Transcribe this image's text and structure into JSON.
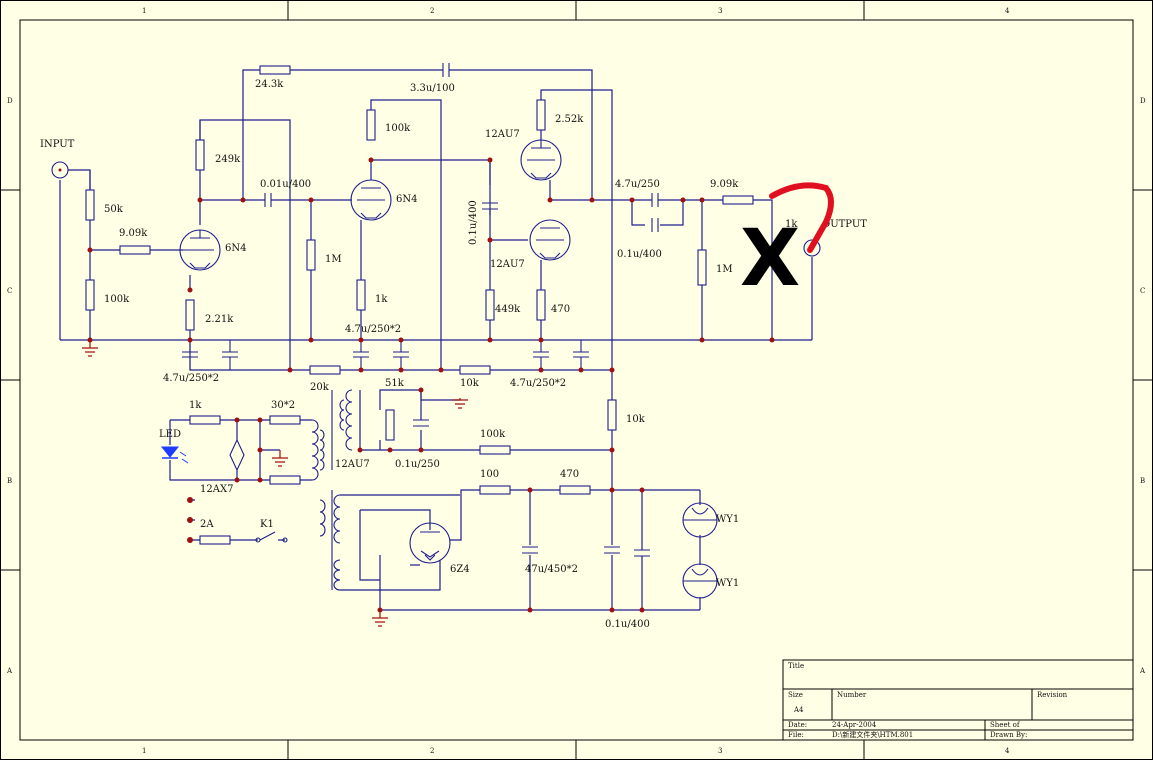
{
  "colors": {
    "background": "#ffffe6",
    "wire": "#1e1e8c",
    "node": "#a01010",
    "mark": "#e01020"
  },
  "border": {
    "cols": [
      "1",
      "2",
      "3",
      "4"
    ],
    "rows": [
      "D",
      "C",
      "B",
      "A"
    ]
  },
  "labels": {
    "input": "INPUT",
    "output": "OUTPUT",
    "r50k": "50k",
    "r909k_a": "9.09k",
    "r100k_a": "100k",
    "r249k": "249k",
    "r221k": "2.21k",
    "v6n4_a": "6N4",
    "c001": "0.01u/400",
    "r243k": "24.3k",
    "c33u": "3.3u/100",
    "r100k_b": "100k",
    "v6n4_b": "6N4",
    "r1m_a": "1M",
    "r1k_a": "1k",
    "c47_a": "4.7u/250*2",
    "v12au7_a": "12AU7",
    "r252k": "2.52k",
    "c01u400v": "0.1u/400",
    "v12au7_b": "12AU7",
    "r449k": "449k",
    "r470_a": "470",
    "c47out": "4.7u/250",
    "c01out": "0.1u/400",
    "r909k_b": "9.09k",
    "r1k_out": "1k",
    "r1m_b": "1M",
    "c47_b": "4.7u/250*2",
    "r20k": "20k",
    "r51k": "51k",
    "r10k_a": "10k",
    "c47_c": "4.7u/250*2",
    "r1k_led": "1k",
    "r30": "30*2",
    "led": "LED",
    "v12ax7": "12AX7",
    "v12au7_c": "12AU7",
    "c01u250": "0.1u/250",
    "r100k_c": "100k",
    "r10k_b": "10k",
    "fuse": "2A",
    "switch": "K1",
    "r100": "100",
    "r470_b": "470",
    "rect": "6Z4",
    "c47u450": "47u/450*2",
    "c01u400b": "0.1u/400",
    "wy1_a": "WY1",
    "wy1_b": "WY1",
    "big_x": "X"
  },
  "title_block": {
    "title_label": "Title",
    "size_label": "Size",
    "size_value": "A4",
    "number_label": "Number",
    "revision_label": "Revision",
    "date_label": "Date:",
    "date_value": "24-Apr-2004",
    "sheet_label": "Sheet  of",
    "file_label": "File:",
    "file_value": "D:\\新建文件夹\\HTM.801",
    "drawn_label": "Drawn By:"
  }
}
